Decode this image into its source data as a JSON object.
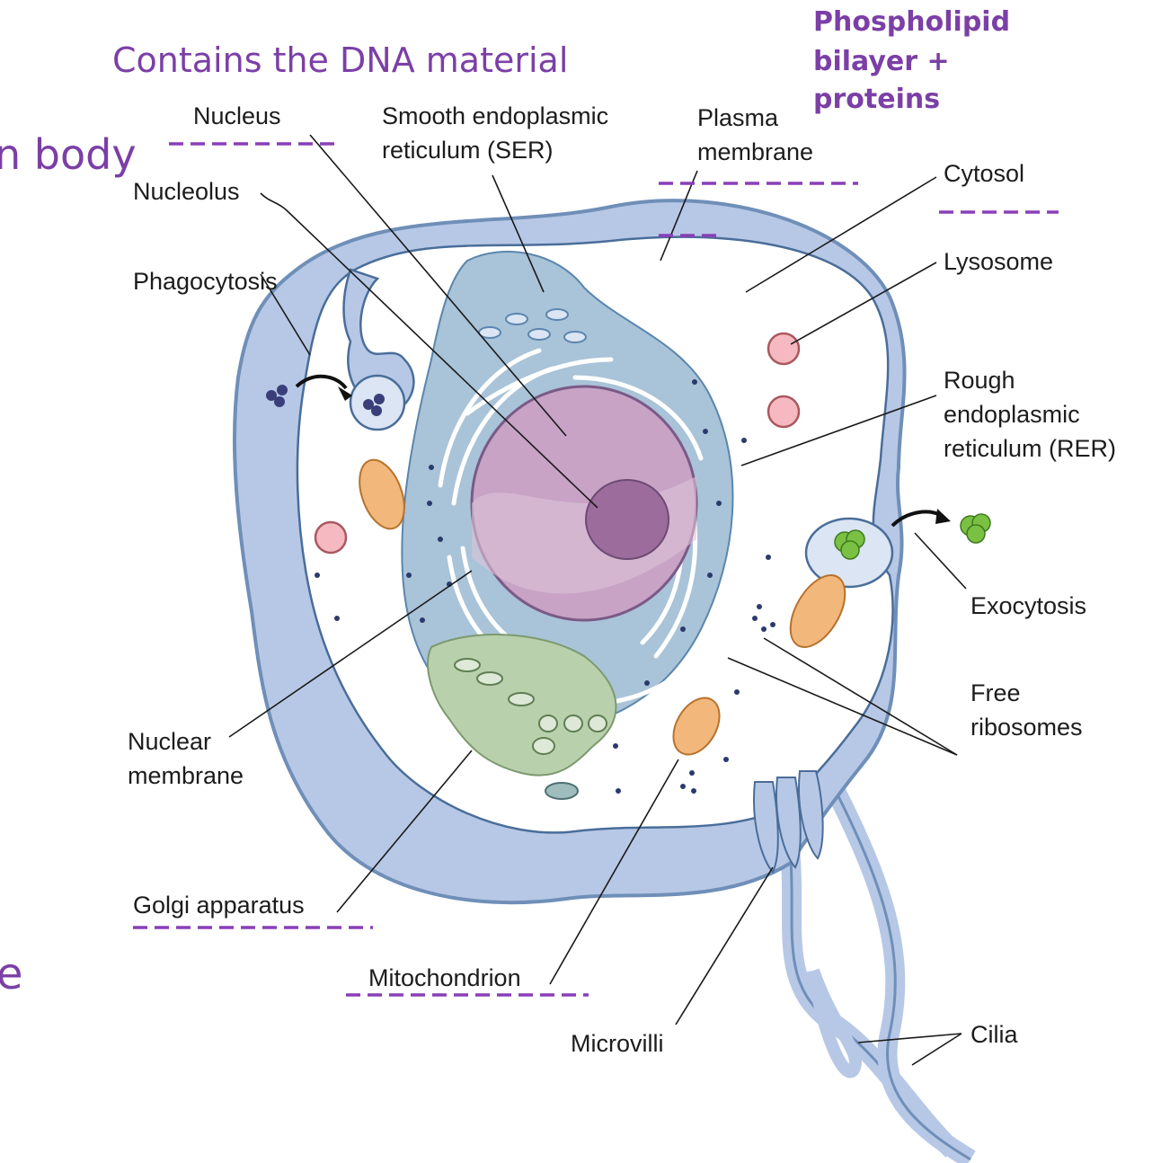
{
  "annotations": {
    "dna_note": "Contains the DNA material",
    "membrane_note": [
      "Phospholipid",
      "bilayer +",
      "proteins"
    ],
    "cell_body_fragment": "n body",
    "edge_fragment": "e"
  },
  "labels": {
    "nucleus": "Nucleus",
    "ser": [
      "Smooth endoplasmic",
      "reticulum (SER)"
    ],
    "plasma_membrane": [
      "Plasma",
      "membrane"
    ],
    "cytosol": "Cytosol",
    "nucleolus": "Nucleolus",
    "lysosome": "Lysosome",
    "phagocytosis": "Phagocytosis",
    "rer": [
      "Rough",
      "endoplasmic",
      "reticulum (RER)"
    ],
    "exocytosis": "Exocytosis",
    "free_ribosomes": [
      "Free",
      "ribosomes"
    ],
    "nuclear_membrane": [
      "Nuclear",
      "membrane"
    ],
    "golgi": "Golgi apparatus",
    "mitochondrion": "Mitochondrion",
    "microvilli": "Microvilli",
    "cilia": "Cilia"
  },
  "colors": {
    "cytoplasm_outer": "#b7c8e6",
    "cytosol": "#ffffff",
    "er": "#a9c3d8",
    "nucleus": "#c8a3c6",
    "nucleolus": "#9c6d9c",
    "golgi": "#b9d0ac",
    "mitochondria": "#f2b77a",
    "lysosome": "#f6b9c2",
    "exocytosis_granule": "#7ac143",
    "phagocytosed_particle": "#3a3f7a",
    "annotation": "#7b3fa6"
  }
}
